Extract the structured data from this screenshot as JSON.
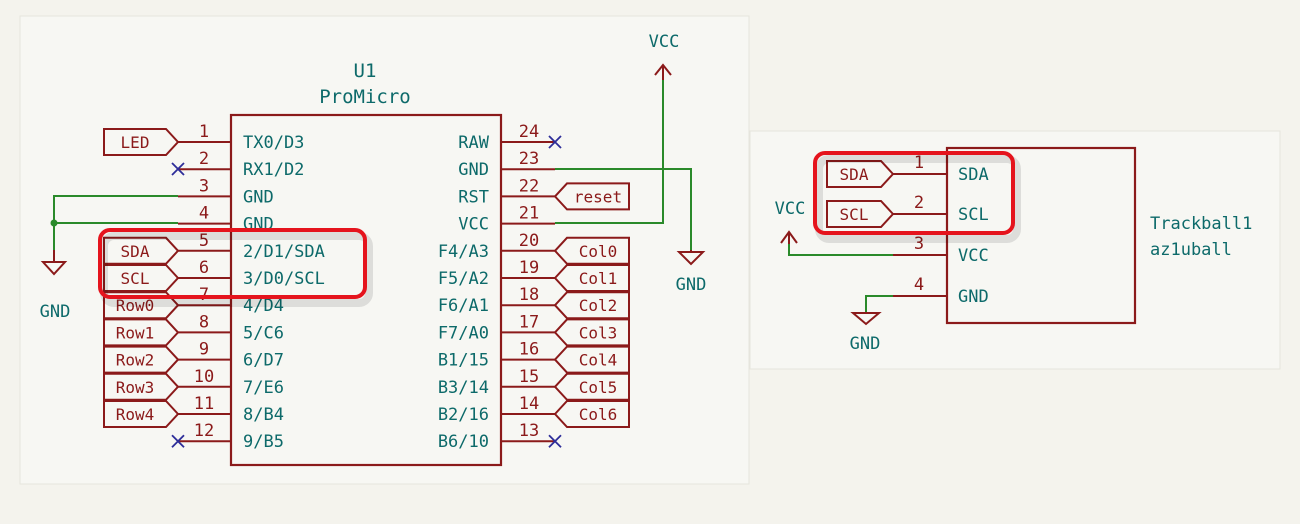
{
  "u1": {
    "ref": "U1",
    "value": "ProMicro",
    "left_pins": [
      {
        "num": "1",
        "name": "TX0/D3"
      },
      {
        "num": "2",
        "name": "RX1/D2"
      },
      {
        "num": "3",
        "name": "GND"
      },
      {
        "num": "4",
        "name": "GND"
      },
      {
        "num": "5",
        "name": "2/D1/SDA"
      },
      {
        "num": "6",
        "name": "3/D0/SCL"
      },
      {
        "num": "7",
        "name": "4/D4"
      },
      {
        "num": "8",
        "name": "5/C6"
      },
      {
        "num": "9",
        "name": "6/D7"
      },
      {
        "num": "10",
        "name": "7/E6"
      },
      {
        "num": "11",
        "name": "8/B4"
      },
      {
        "num": "12",
        "name": "9/B5"
      }
    ],
    "right_pins": [
      {
        "num": "24",
        "name": "RAW"
      },
      {
        "num": "23",
        "name": "GND"
      },
      {
        "num": "22",
        "name": "RST"
      },
      {
        "num": "21",
        "name": "VCC"
      },
      {
        "num": "20",
        "name": "F4/A3"
      },
      {
        "num": "19",
        "name": "F5/A2"
      },
      {
        "num": "18",
        "name": "F6/A1"
      },
      {
        "num": "17",
        "name": "F7/A0"
      },
      {
        "num": "16",
        "name": "B1/15"
      },
      {
        "num": "15",
        "name": "B3/14"
      },
      {
        "num": "14",
        "name": "B2/16"
      },
      {
        "num": "13",
        "name": "B6/10"
      }
    ],
    "left_labels": [
      "LED",
      "",
      "",
      "",
      "SDA",
      "SCL",
      "Row0",
      "Row1",
      "Row2",
      "Row3",
      "Row4",
      ""
    ],
    "right_labels": [
      "",
      "",
      "reset",
      "",
      "Col0",
      "Col1",
      "Col2",
      "Col3",
      "Col4",
      "Col5",
      "Col6",
      ""
    ]
  },
  "power": {
    "vcc_top": "VCC",
    "gnd_left": "GND",
    "gnd_mid": "GND",
    "vcc_right": "VCC",
    "gnd_right": "GND"
  },
  "trackball": {
    "ref": "Trackball1",
    "value": "az1uball",
    "pins": [
      {
        "num": "1",
        "name": "SDA"
      },
      {
        "num": "2",
        "name": "SCL"
      },
      {
        "num": "3",
        "name": "VCC"
      },
      {
        "num": "4",
        "name": "GND"
      }
    ],
    "labels": [
      "SDA",
      "SCL"
    ]
  },
  "colors": {
    "symbol": "#8b1a1a",
    "text": "#0d6a6a",
    "wire": "#2a8a2a",
    "highlight": "#e5141d",
    "no_connect": "#2d2d99"
  }
}
